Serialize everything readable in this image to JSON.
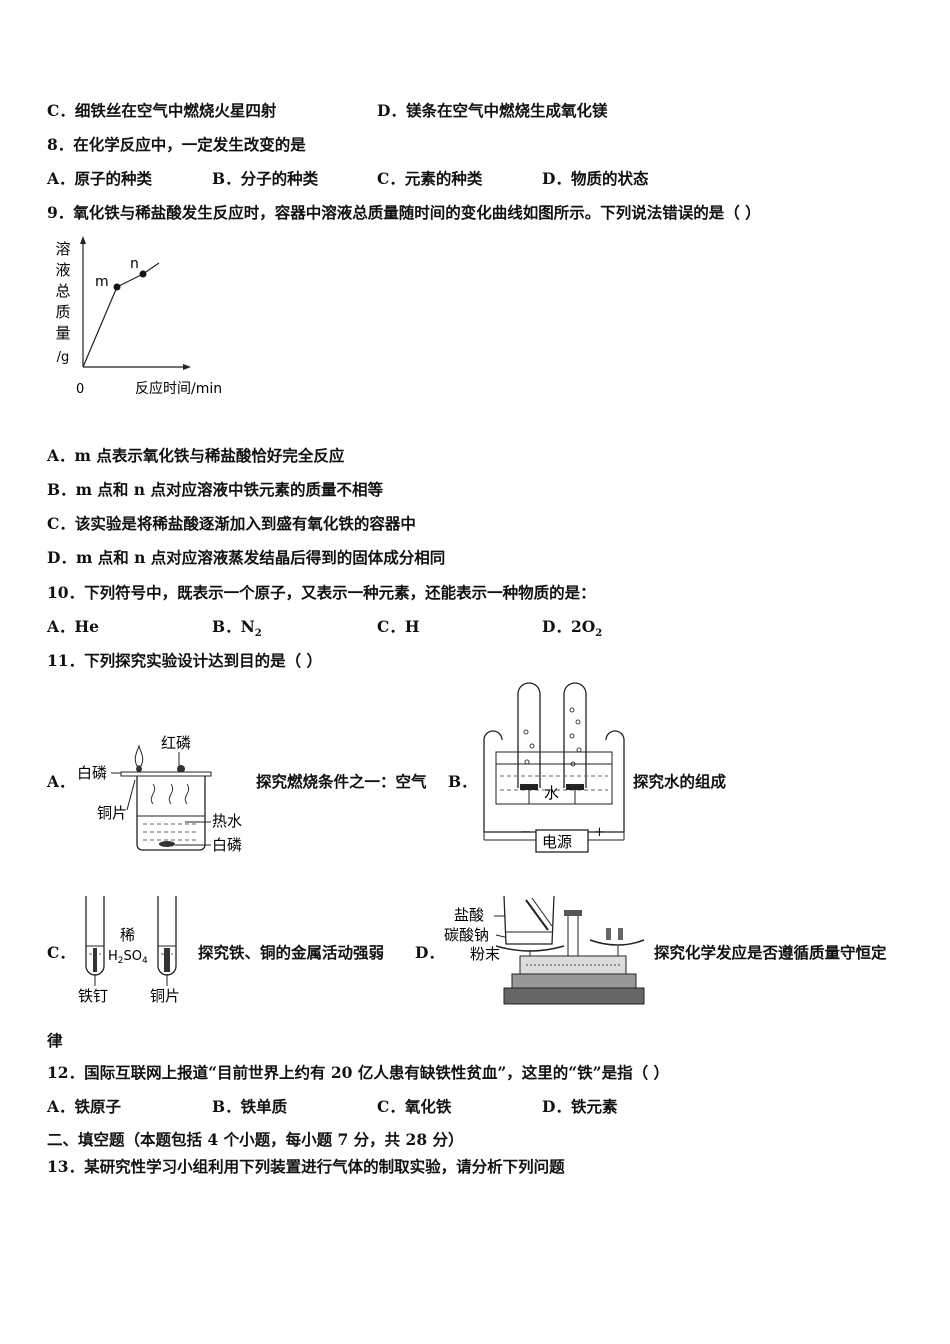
{
  "q7": {
    "optC": "C．细铁丝在空气中燃烧火星四射",
    "optD": "D．镁条在空气中燃烧生成氧化镁"
  },
  "q8": {
    "stem": "8．在化学反应中，一定发生改变的是",
    "optA": "A．原子的种类",
    "optB": "B．分子的种类",
    "optC": "C．元素的种类",
    "optD": "D．物质的状态"
  },
  "q9": {
    "stem": "9．氧化铁与稀盐酸发生反应时，容器中溶液总质量随时间的变化曲线如图所示。下列说法错误的是（   ）",
    "optA": "A．m 点表示氧化铁与稀盐酸恰好完全反应",
    "optB": "B．m 点和 n 点对应溶液中铁元素的质量不相等",
    "optC": "C．该实验是将稀盐酸逐渐加入到盛有氧化铁的容器中",
    "optD": "D．m 点和 n 点对应溶液蒸发结晶后得到的固体成分相同",
    "graph": {
      "ylabel_chars": [
        "溶",
        "液",
        "总",
        "质",
        "量",
        "/g"
      ],
      "origin": "0",
      "xlabel": "反应时间/min",
      "point_m": "m",
      "point_n": "n"
    }
  },
  "q10": {
    "stem": "10．下列符号中，既表示一个原子，又表示一种元素，还能表示一种物质的是：",
    "optA": "A．He",
    "optB_prefix": "B．N",
    "optB_sub": "2",
    "optC": "C．H",
    "optD_prefix": "D．2O",
    "optD_sub": "2"
  },
  "q11": {
    "stem": "11．下列探究实验设计达到目的是（      ）",
    "A": {
      "letter": "A．",
      "caption": "探究燃烧条件之一：空气",
      "labels": {
        "red_p": "红磷",
        "white_p_top": "白磷",
        "copper": "铜片",
        "hot_water": "热水",
        "white_p_bottom": "白磷"
      }
    },
    "B": {
      "letter": "B．",
      "caption": "探究水的组成",
      "labels": {
        "water": "水",
        "power": "电源",
        "minus": "−",
        "plus": "+"
      }
    },
    "C": {
      "letter": "C．",
      "caption": "探究铁、铜的金属活动强弱",
      "labels": {
        "dilute": "稀",
        "acid_prefix": "H",
        "acid_sub1": "2",
        "acid_mid": "SO",
        "acid_sub2": "4",
        "iron": "铁钉",
        "copper": "铜片"
      }
    },
    "D": {
      "letter": "D．",
      "caption": "探究化学发应是否遵循质量守恒定",
      "caption_cont": "律",
      "labels": {
        "hcl": "盐酸",
        "na2co3": "碳酸钠",
        "powder": "粉末"
      }
    }
  },
  "q12": {
    "stem": "12．国际互联网上报道“目前世界上约有 20 亿人患有缺铁性贫血”，这里的“铁”是指（    ）",
    "optA": "A．铁原子",
    "optB": "B．铁单质",
    "optC": "C．氧化铁",
    "optD": "D．铁元素"
  },
  "section2": {
    "title": "二、填空题（本题包括 4 个小题，每小题 7 分，共 28 分）"
  },
  "q13": {
    "stem": "13．某研究性学习小组利用下列装置进行气体的制取实验，请分析下列问题"
  }
}
